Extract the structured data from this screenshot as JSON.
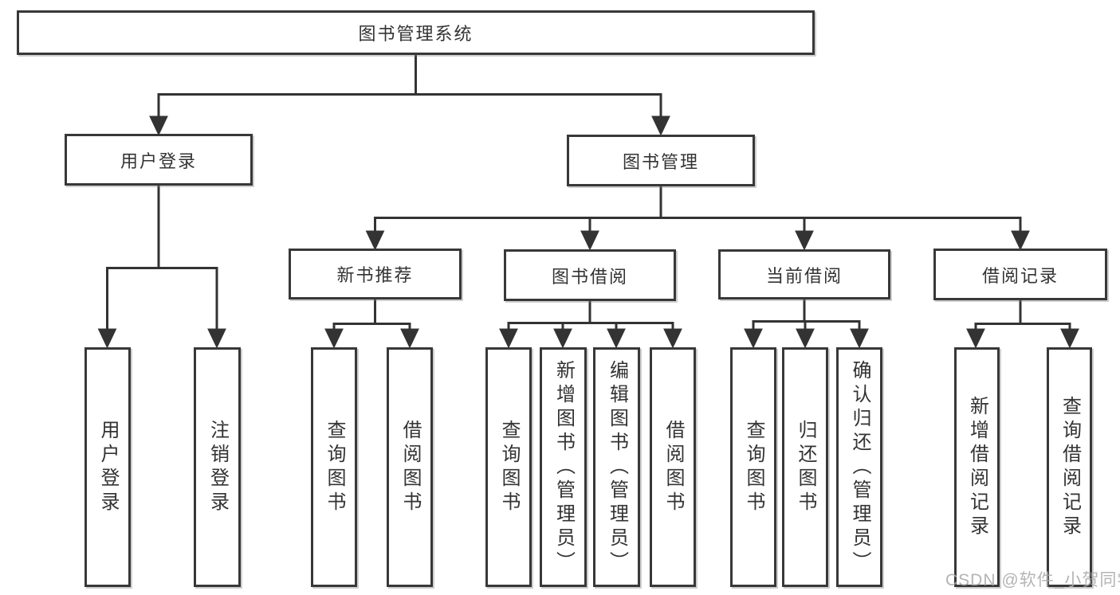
{
  "tree": {
    "root": {
      "label": "图书管理系统",
      "children": [
        {
          "label": "用户登录",
          "children": [
            {
              "label": "用户登录"
            },
            {
              "label": "注销登录"
            }
          ]
        },
        {
          "label": "图书管理",
          "children": [
            {
              "label": "新书推荐",
              "children": [
                {
                  "label": "查询图书"
                },
                {
                  "label": "借阅图书"
                }
              ]
            },
            {
              "label": "图书借阅",
              "children": [
                {
                  "label": "查询图书"
                },
                {
                  "label": "新增图书（管理员）"
                },
                {
                  "label": "编辑图书（管理员）"
                },
                {
                  "label": "借阅图书"
                }
              ]
            },
            {
              "label": "当前借阅",
              "children": [
                {
                  "label": "查询图书"
                },
                {
                  "label": "归还图书"
                },
                {
                  "label": "确认归还（管理员）"
                }
              ]
            },
            {
              "label": "借阅记录",
              "children": [
                {
                  "label": "新增借阅记录"
                },
                {
                  "label": "查询借阅记录"
                }
              ]
            }
          ]
        }
      ]
    }
  },
  "watermark": {
    "text": "CSDN @软件_小贺同学"
  },
  "colors": {
    "line": "#333333",
    "box_border": "#383838",
    "text": "#333333",
    "watermark": "#acacac",
    "background": "#ffffff"
  }
}
